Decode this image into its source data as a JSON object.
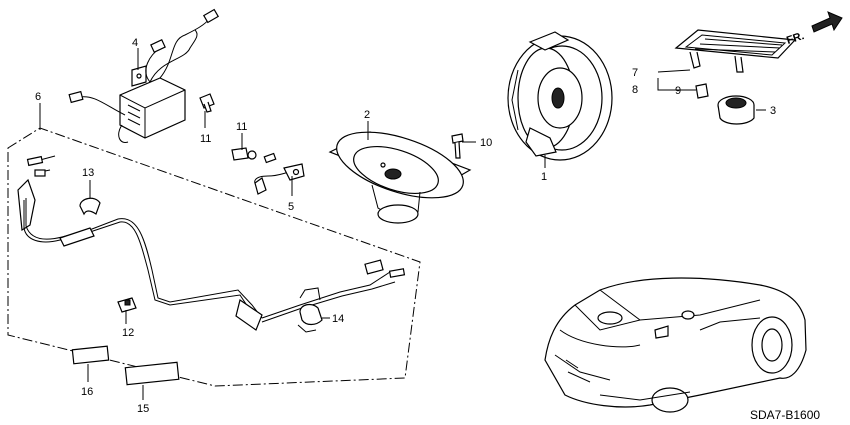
{
  "diagram": {
    "code": "SDA7-B1600",
    "direction_label": "FR.",
    "callouts": [
      "1",
      "2",
      "3",
      "4",
      "5",
      "6",
      "7",
      "8",
      "9",
      "10",
      "11",
      "11",
      "12",
      "13",
      "14",
      "15",
      "16"
    ]
  }
}
